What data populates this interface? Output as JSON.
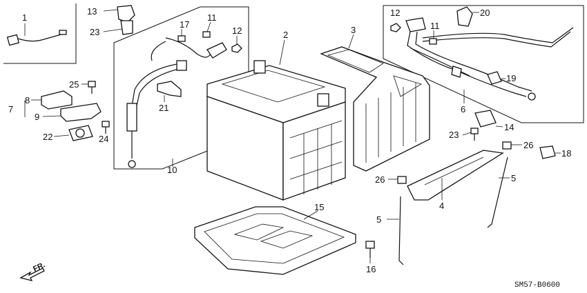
{
  "callouts": {
    "c1": "1",
    "c2": "2",
    "c3": "3",
    "c4": "4",
    "c5": "5",
    "c6": "6",
    "c7": "7",
    "c8": "8",
    "c9": "9",
    "c10": "10",
    "c11": "11",
    "c12": "12",
    "c13": "13",
    "c14": "14",
    "c15": "15",
    "c16": "16",
    "c17": "17",
    "c18": "18",
    "c19": "19",
    "c20": "20",
    "c21": "21",
    "c22": "22",
    "c23": "23",
    "c24": "24",
    "c25": "25",
    "c26": "26"
  },
  "front_label": "FR.",
  "diagram_code": "SM57-B0600"
}
